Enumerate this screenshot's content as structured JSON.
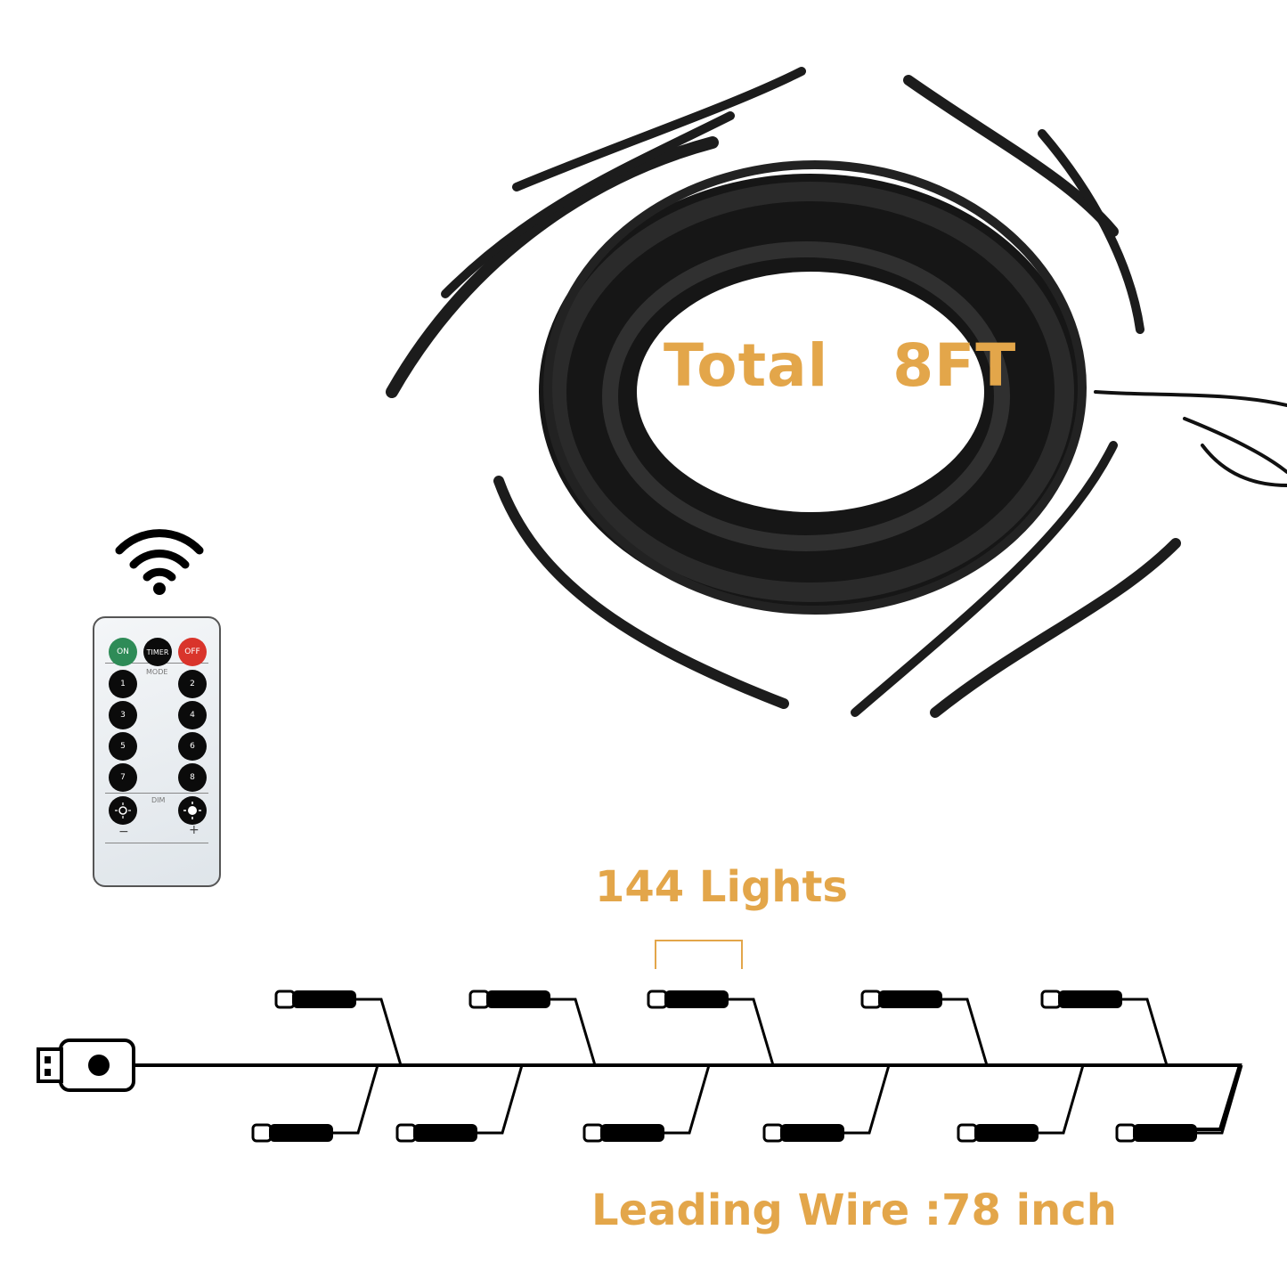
{
  "labels": {
    "total": "Total   8FT",
    "lights": "144 Lights",
    "leading_wire": "Leading Wire :78 inch"
  },
  "remote": {
    "on": "ON",
    "timer": "TIMER",
    "off": "OFF",
    "mode": "MODE",
    "numbers": [
      "1",
      "2",
      "3",
      "4",
      "5",
      "6",
      "7",
      "8"
    ],
    "dim": "DIM",
    "minus": "−",
    "plus": "+"
  },
  "colors": {
    "label_orange": "#e3a64a",
    "on_green": "#2e8b57",
    "off_red": "#d9342b"
  },
  "icons": [
    "wifi-icon",
    "usb-plug-icon",
    "light-bulb-icon",
    "wire-coil-image"
  ]
}
